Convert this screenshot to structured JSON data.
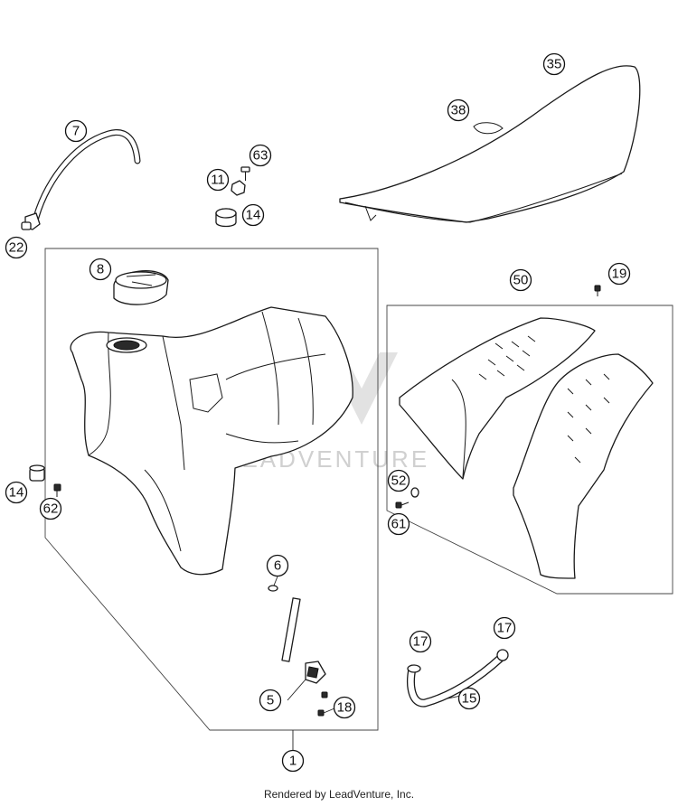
{
  "callouts": [
    "35",
    "38",
    "7",
    "63",
    "11",
    "14",
    "22",
    "8",
    "50",
    "19",
    "14",
    "62",
    "52",
    "61",
    "6",
    "17",
    "17",
    "5",
    "15",
    "18",
    "1"
  ],
  "watermark": "LEADVENTURE",
  "credit": "Rendered by LeadVenture, Inc."
}
